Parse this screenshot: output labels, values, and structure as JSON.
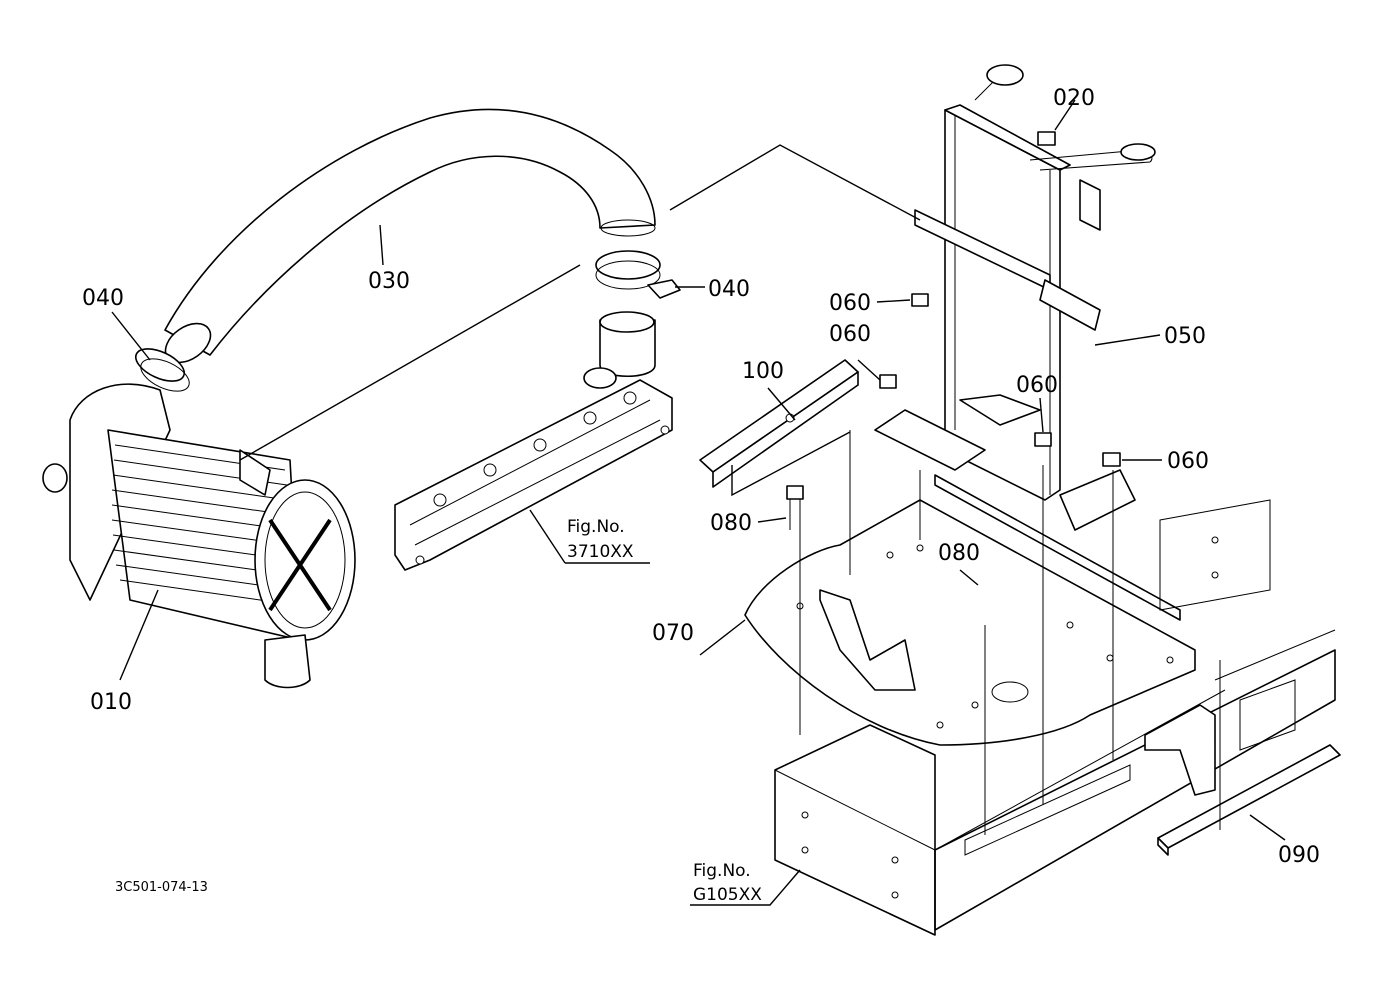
{
  "part_labels": {
    "p010": "010",
    "p020": "020",
    "p030": "030",
    "p040_left": "040",
    "p040_right": "040",
    "p050": "050",
    "p060_a": "060",
    "p060_b": "060",
    "p060_c": "060",
    "p060_d": "060",
    "p070": "070",
    "p080_a": "080",
    "p080_b": "080",
    "p090": "090",
    "p100": "100"
  },
  "figure_refs": {
    "intake": {
      "line1": "Fig.No.",
      "line2": "3710XX"
    },
    "frame": {
      "line1": "Fig.No.",
      "line2": "G105XX"
    }
  },
  "drawing_code": "3C501-074-13"
}
